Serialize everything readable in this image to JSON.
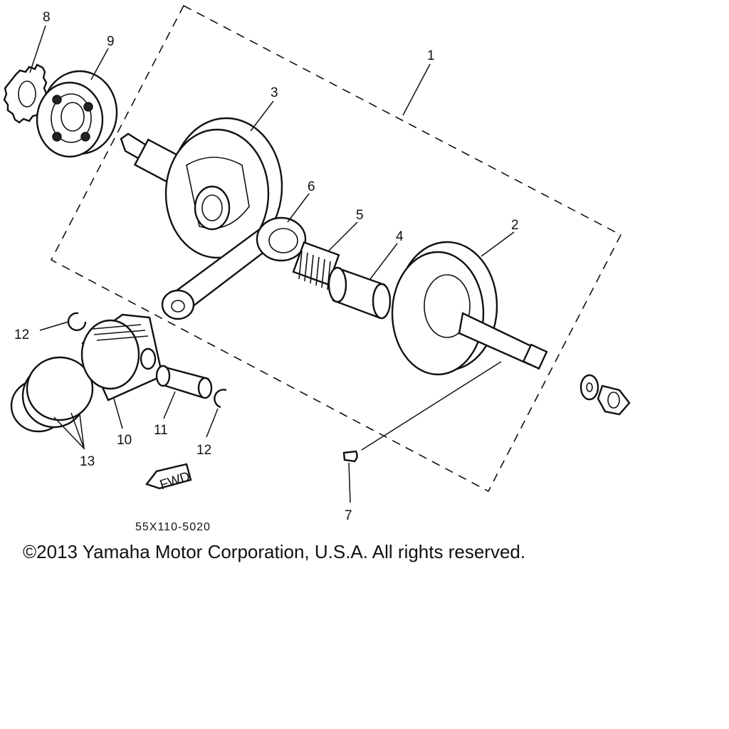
{
  "diagram": {
    "callouts": [
      "1",
      "2",
      "3",
      "4",
      "5",
      "6",
      "7",
      "8",
      "9",
      "10",
      "11",
      "12",
      "12",
      "13"
    ],
    "diagram_code": "55X110-5020",
    "fwd_label": "FWD",
    "copyright": "©2013 Yamaha Motor Corporation, U.S.A. All rights reserved."
  }
}
